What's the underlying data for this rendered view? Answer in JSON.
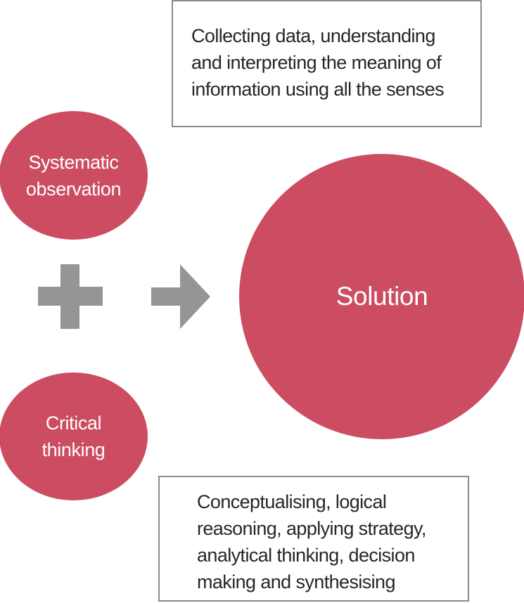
{
  "top_box": {
    "lines": [
      "Collecting data, understanding",
      "and interpreting the meaning of",
      "information using all the senses"
    ]
  },
  "circles": {
    "observation": {
      "lines": [
        "Systematic",
        "observation"
      ]
    },
    "thinking": {
      "lines": [
        "Critical",
        "thinking"
      ]
    },
    "solution": {
      "label": "Solution"
    }
  },
  "bottom_box": {
    "lines": [
      "Conceptualising, logical",
      "reasoning, applying strategy,",
      "analytical thinking, decision",
      "making and synthesising"
    ]
  },
  "icons": {
    "plus": "plus-icon",
    "arrow": "arrow-right-icon"
  },
  "colors": {
    "circle_fill": "#cc4d62",
    "symbol_gray": "#959595",
    "box_border": "#8a8a8a",
    "box_text": "#262626"
  }
}
